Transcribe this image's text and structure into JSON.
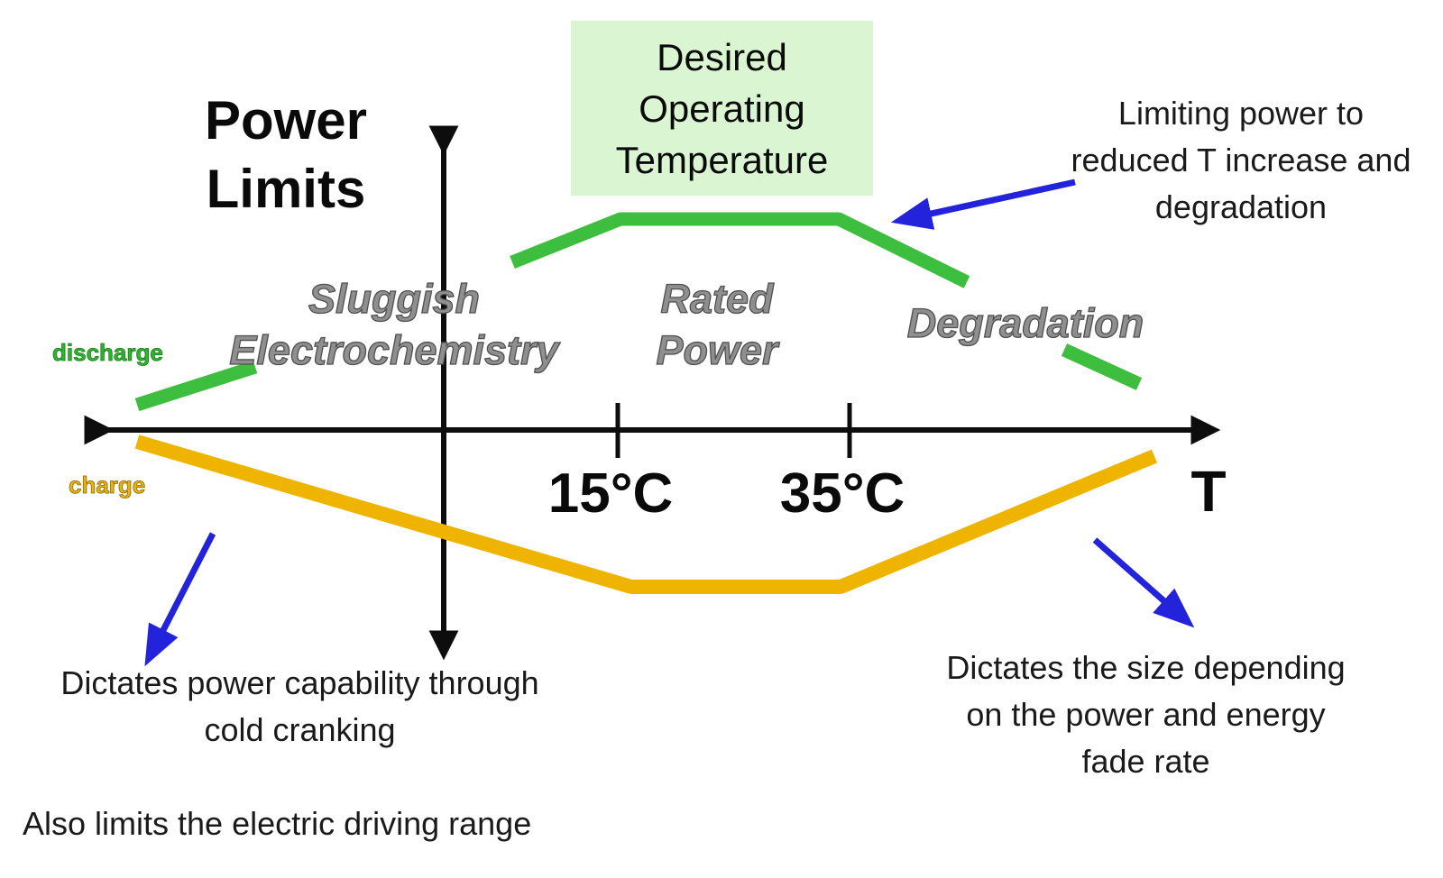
{
  "title": {
    "text": "Power\nLimits"
  },
  "desired_box": {
    "text": "Desired\nOperating\nTemperature",
    "bg": "#daf5d2"
  },
  "axis": {
    "x_label": "T",
    "ticks": [
      "15°C",
      "35°C"
    ],
    "color": "#0d0d0d"
  },
  "curves": {
    "discharge": {
      "label": "discharge",
      "color": "#3ebe3e",
      "width": 15,
      "segments": [
        [
          [
            152,
            449
          ],
          [
            283,
            407
          ]
        ],
        [
          [
            568,
            291
          ],
          [
            688,
            243
          ],
          [
            930,
            243
          ],
          [
            1072,
            313
          ]
        ],
        [
          [
            1180,
            388
          ],
          [
            1263,
            426
          ]
        ]
      ]
    },
    "charge": {
      "label": "charge",
      "color": "#eeb400",
      "width": 16,
      "segments": [
        [
          [
            152,
            490
          ],
          [
            700,
            651
          ],
          [
            932,
            651
          ],
          [
            1280,
            506
          ]
        ]
      ]
    }
  },
  "region_labels": {
    "sluggish": "Sluggish\nElectrochemistry",
    "rated": "Rated\nPower",
    "degradation": "Degradation"
  },
  "annotations": {
    "arrow_color": "#2323db",
    "limiting": "Limiting power to\nreduced T increase and\ndegradation",
    "dictates_power": "Dictates power capability through\ncold cranking",
    "also_limits": "Also limits the electric driving range",
    "dictates_size": "Dictates the size depending\non the power and energy\nfade rate",
    "arrows": [
      {
        "from": [
          1192,
          202
        ],
        "to": [
          987,
          247
        ]
      },
      {
        "from": [
          236,
          592
        ],
        "to": [
          160,
          740
        ]
      },
      {
        "from": [
          1214,
          599
        ],
        "to": [
          1325,
          697
        ]
      }
    ]
  }
}
